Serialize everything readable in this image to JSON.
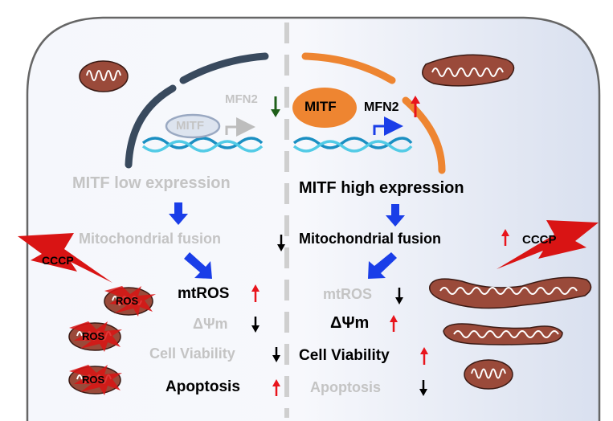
{
  "left": {
    "mitf_label": "MITF",
    "mfn2_label": "MFN2",
    "expression_label": "MITF low expression",
    "fusion_label": "Mitochondrial fusion",
    "mtros_label": "mtROS",
    "delta_psi_label": "ΔΨm",
    "viability_label": "Cell Viability",
    "apoptosis_label": "Apoptosis",
    "cccp_label": "CCCP",
    "ros_labels": [
      "ROS",
      "ROS",
      "ROS"
    ]
  },
  "right": {
    "mitf_label": "MITF",
    "mfn2_label": "MFN2",
    "expression_label": "MITF high expression",
    "fusion_label": "Mitochondrial fusion",
    "mtros_label": "mtROS",
    "delta_psi_label": "ΔΨm",
    "viability_label": "Cell Viability",
    "apoptosis_label": "Apoptosis",
    "cccp_label": "CCCP"
  },
  "colors": {
    "mitf_high": "#ee8531",
    "blue_arrow": "#1a3ee8",
    "red_arrow": "#e8141c",
    "green_arrow": "#1f5f1a",
    "mito": "#9a4a3a",
    "lightning": "#d91414",
    "gray_text": "#c4c4c4"
  }
}
